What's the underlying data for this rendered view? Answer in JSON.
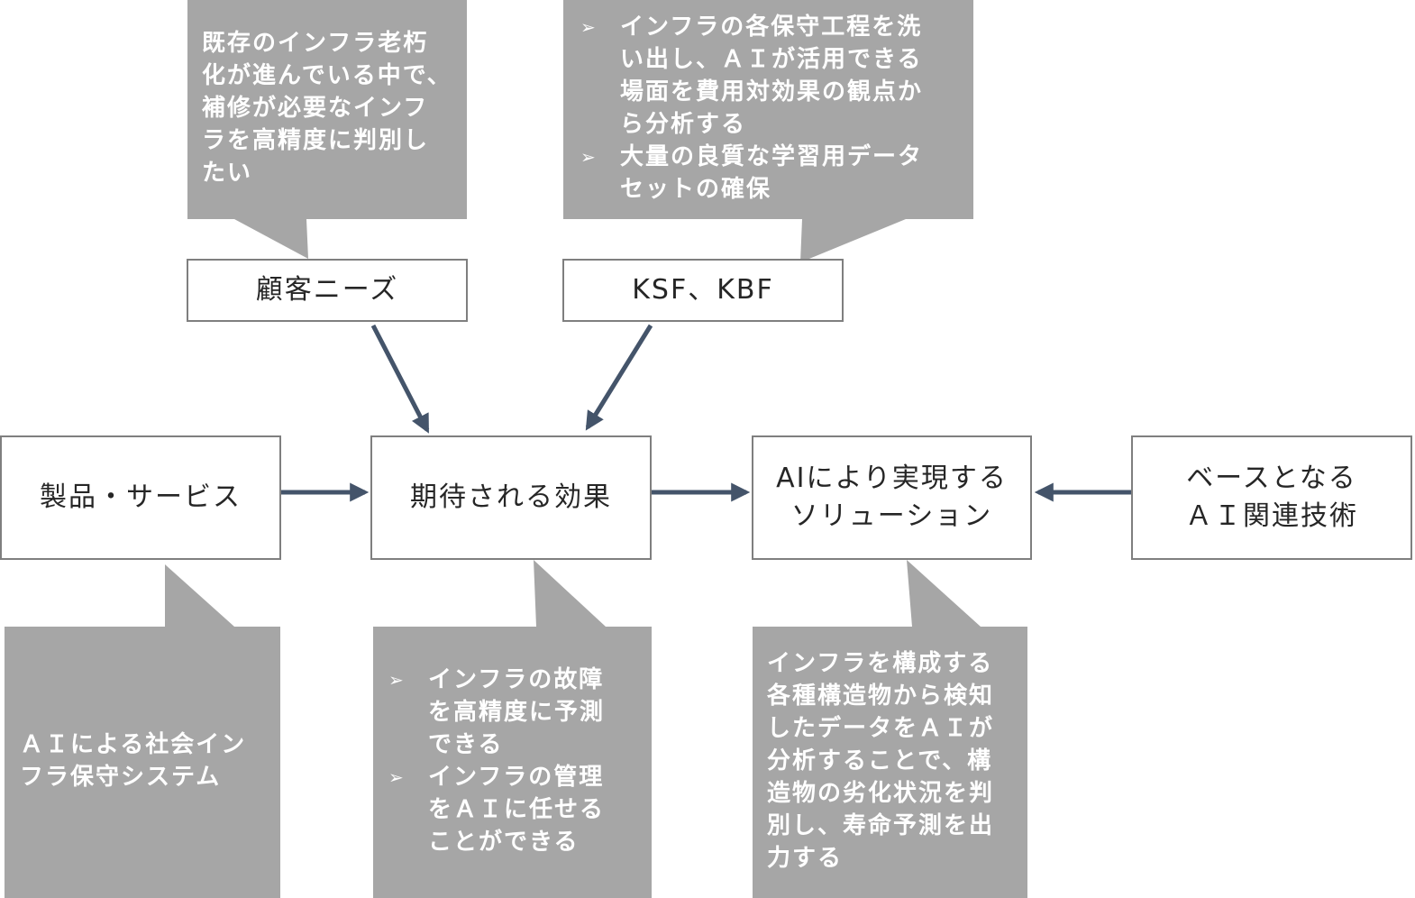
{
  "colors": {
    "callout_fill": "#a6a6a6",
    "callout_text": "#ffffff",
    "box_border": "#7f7f7f",
    "box_text": "#262626",
    "arrow": "#44546a"
  },
  "bullet_icon": "arrowhead-bullet-icon",
  "bullet_glyph": "➢",
  "boxes": {
    "customer_needs": "顧客ニーズ",
    "ksf_kbf": "KSF、KBF",
    "product_service": "製品・サービス",
    "expected_effect": "期待される効果",
    "ai_solution": [
      "AIにより実現する",
      "ソリューション"
    ],
    "base_ai_tech": [
      "ベースとなる",
      "ＡＩ関連技術"
    ]
  },
  "notes": {
    "customer_needs": "既存のインフラ老朽\n化が進んでいる中で、\n補修が必要なインフ\nラを高精度に判別し\nたい",
    "ksf_kbf": [
      "インフラの各保守工程を洗\nい出し、ＡＩが活用できる\n場面を費用対効果の観点か\nら分析する",
      "大量の良質な学習用データ\nセットの確保"
    ],
    "product_service": "ＡＩによる社会イン\nフラ保守システム",
    "expected_effect": [
      "インフラの故障\nを高精度に予測\nできる",
      "インフラの管理\nをＡＩに任せる\nことができる"
    ],
    "ai_solution": "インフラを構成する\n各種構造物から検知\nしたデータをＡＩが\n分析することで、構\n造物の劣化状況を判\n別し、寿命予測を出\n力する"
  }
}
